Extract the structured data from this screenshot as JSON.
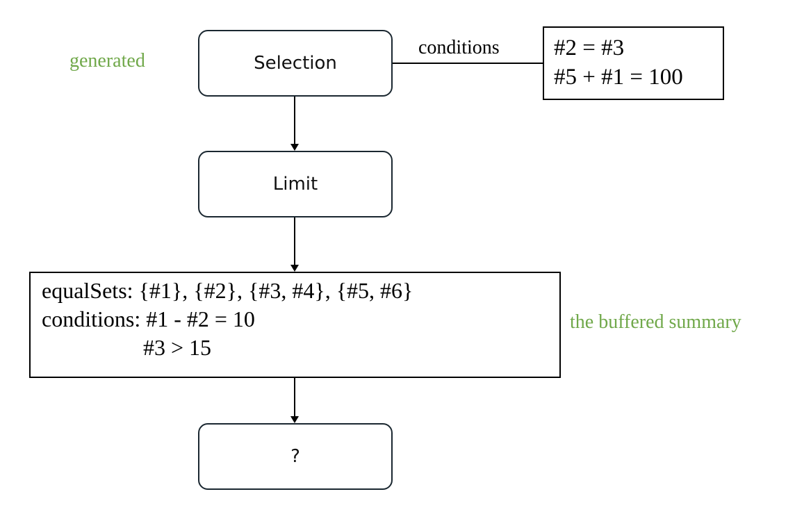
{
  "nodes": {
    "selection": "Selection",
    "limit": "Limit",
    "unknown": "?"
  },
  "edge_label": "conditions",
  "conditions_note": {
    "line1": "#2 = #3",
    "line2": "#5 + #1 = 100"
  },
  "summary_note": {
    "line1": "equalSets: {#1}, {#2}, {#3, #4}, {#5, #6}",
    "line2": "conditions: #1 - #2 = 10",
    "line3": "#3 > 15"
  },
  "annotations": {
    "generated": "generated",
    "buffered_summary": "the buffered summary",
    "color": "#70a84a"
  }
}
